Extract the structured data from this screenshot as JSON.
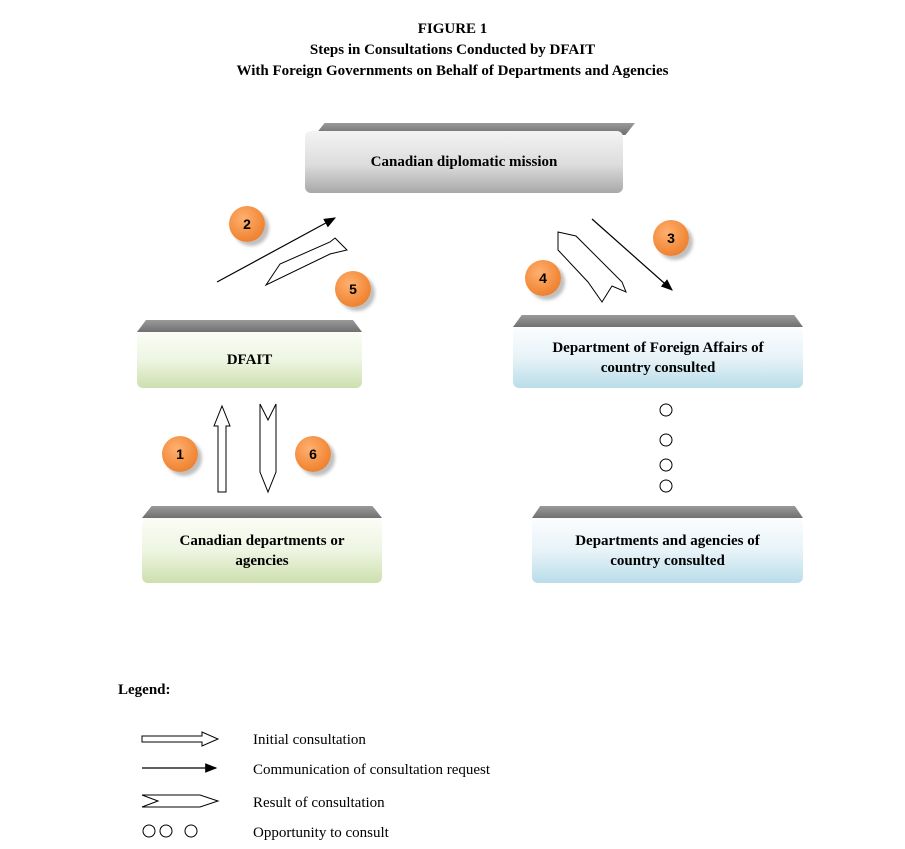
{
  "figure": {
    "title": "FIGURE 1",
    "subtitle_line1": "Steps in Consultations Conducted by DFAIT",
    "subtitle_line2": "With Foreign Governments on Behalf of Departments and Agencies"
  },
  "boxes": {
    "mission": "Canadian diplomatic mission",
    "dfait": "DFAIT",
    "foreign_affairs_line1": "Department of Foreign Affairs of",
    "foreign_affairs_line2": "country consulted",
    "canadian_departments_line1": "Canadian departments or",
    "canadian_departments_line2": "agencies",
    "foreign_departments_line1": "Departments and agencies of",
    "foreign_departments_line2": "country consulted"
  },
  "steps": [
    "1",
    "2",
    "3",
    "4",
    "5",
    "6"
  ],
  "legend": {
    "title": "Legend:",
    "items": [
      {
        "label": "Initial consultation"
      },
      {
        "label": "Communication of consultation request"
      },
      {
        "label": "Result of consultation"
      },
      {
        "label": "Opportunity to consult"
      }
    ]
  },
  "colors": {
    "badge": "#f28a3a",
    "green_box": "#e6f0d4",
    "blue_box": "#d6ecf4",
    "gray_box": "#d8d8d8"
  }
}
